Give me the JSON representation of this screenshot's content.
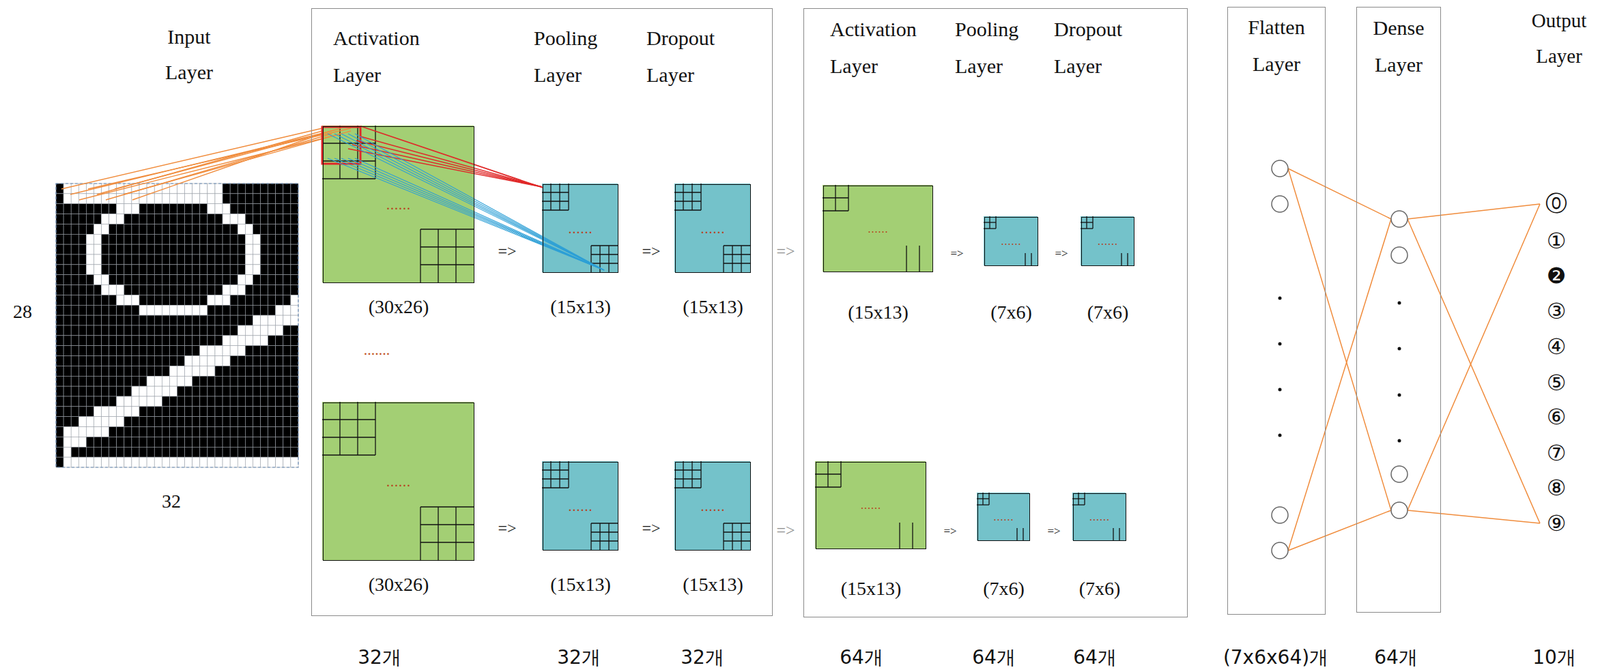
{
  "diagram": {
    "nodes": [
      {
        "text": [
          "Activation Layer",
          "Pooling Layer",
          "Dropout Layer"
        ]
      },
      {
        "text": [
          "......",
          "(30x26)"
        ],
        "in": 0
      },
      {
        "text": [
          "......",
          "(15x13)"
        ],
        "in": 0
      },
      {
        "text": [
          "......",
          "(15x13)"
        ],
        "in": 0
      },
      {
        "text": [
          "......",
          "(30x26)"
        ],
        "in": 0
      },
      {
        "text": [
          "......",
          "(15x13)"
        ],
        "in": 0
      },
      {
        "text": [
          "......",
          "(15x13)"
        ],
        "in": 0
      },
      {
        "text": [
          "Activation Layer",
          "Pooling Layer",
          "Dropout Layer"
        ]
      },
      {
        "text": [
          "......",
          "(15x13)"
        ],
        "in": 7
      },
      {
        "text": [
          "......",
          "(7x6)"
        ],
        "in": 7
      },
      {
        "text": [
          "......",
          "(7x6)"
        ],
        "in": 7
      },
      {
        "text": [
          "......",
          "(15x13)"
        ],
        "in": 7
      },
      {
        "text": [
          "......",
          "(7x6)"
        ],
        "in": 7
      },
      {
        "text": [
          "......",
          "(7x6)"
        ],
        "in": 7
      },
      {
        "text": [
          "Flatten Layer"
        ]
      },
      {
        "text": [
          "Dense Layer"
        ]
      }
    ],
    "edges": [
      {
        "from": 1,
        "to": 2,
        "arrow": "none"
      }
    ],
    "labels": [
      "Input Layer",
      "28",
      "32",
      ".......",
      "=>",
      "=>",
      "=>",
      "=>",
      "=>",
      "=>",
      "=>",
      "=>",
      "=>",
      "=>",
      "32개",
      "32개",
      "32개",
      "64개",
      "64개",
      "64개",
      "(7x6x64)개",
      "64개",
      "10개",
      "Output Layer",
      "⓪",
      "①",
      "❷",
      "③",
      "④",
      "⑤",
      "⑥",
      "⑦",
      "⑧",
      "⑨"
    ]
  }
}
